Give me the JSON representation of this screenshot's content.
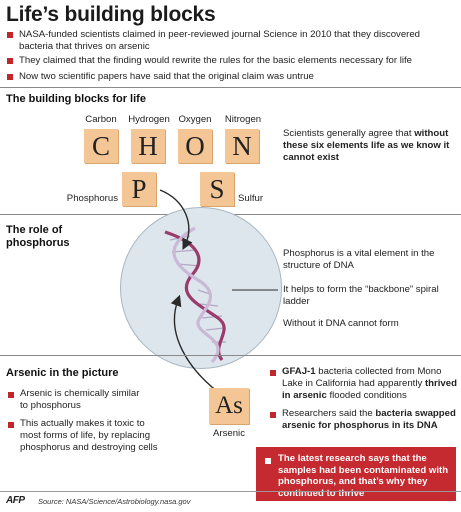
{
  "title": "Life’s building blocks",
  "intro_bullets": [
    "NASA-funded scientists claimed in peer-reviewed journal Science in 2010 that they discovered bacteria that thrives on arsenic",
    "They claimed that the finding would rewrite the rules for the basic elements necessary for life",
    "Now two scientific papers have said that the original claim was untrue"
  ],
  "section1": {
    "heading": "The building blocks for life",
    "elements_top": [
      {
        "name": "Carbon",
        "symbol": "C"
      },
      {
        "name": "Hydrogen",
        "symbol": "H"
      },
      {
        "name": "Oxygen",
        "symbol": "O"
      },
      {
        "name": "Nitrogen",
        "symbol": "N"
      }
    ],
    "elements_bottom": [
      {
        "name": "Phosphorus",
        "symbol": "P"
      },
      {
        "name": "Sulfur",
        "symbol": "S"
      }
    ],
    "note_plain": "Scientists generally agree that",
    "note_bold": "without these six elements life as we know it cannot exist"
  },
  "section2": {
    "heading_line1": "The role of",
    "heading_line2": "phosphorus",
    "p1": "Phosphorus is a vital element in the structure of DNA",
    "p2": "It helps to form the “backbone” spiral ladder",
    "p3": "Without it DNA cannot form"
  },
  "section3": {
    "heading": "Arsenic in the picture",
    "left_bullets": [
      "Arsenic is chemically similar to phosphorus",
      "This actually makes it toxic to most forms of life, by replacing phosphorus and destroying cells"
    ],
    "arsenic": {
      "symbol": "As",
      "name": "Arsenic"
    },
    "right_b1_bold1": "GFAJ-1",
    "right_b1_plain": " bacteria collected from Mono Lake in California had apparently ",
    "right_b1_bold2": "thrived in arsenic",
    "right_b1_end": " flooded conditions",
    "right_b2_plain": "Researchers said the ",
    "right_b2_bold": "bacteria swapped arsenic for phosphorus in its DNA",
    "latest": "The latest research says that the samples had been contaminated with phosphorus, and that’s why they continued to thrive"
  },
  "footer": {
    "logo": "AFP",
    "source": "Source: NASA/Science/Astrobiology.nasa.gov"
  },
  "colors": {
    "accent_red": "#c0272d",
    "tile": "#f4c696",
    "circle": "#dde6ec",
    "dna_a": "#9b3b6b",
    "dna_b": "#c9b8d6"
  }
}
